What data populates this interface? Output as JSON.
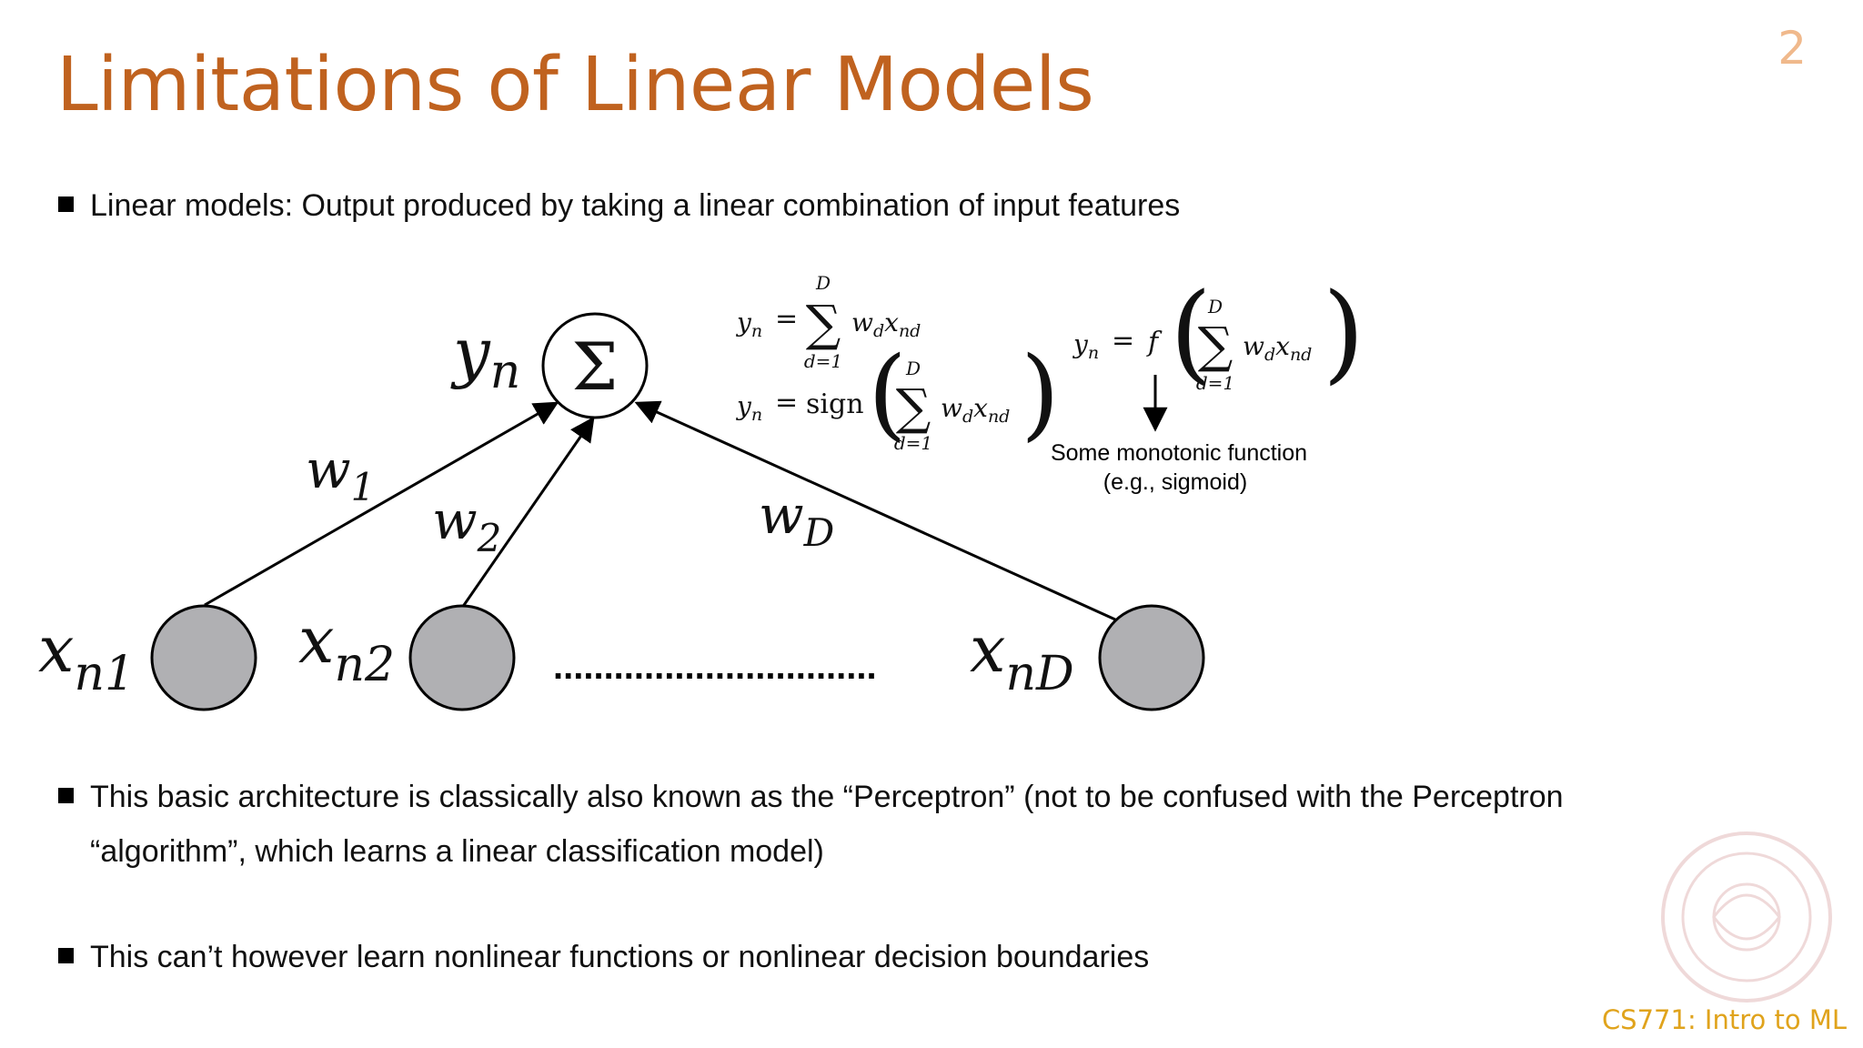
{
  "slide": {
    "title": "Limitations of Linear Models",
    "page_number": "2",
    "footer": "CS771: Intro to ML"
  },
  "bullets": [
    "Linear models: Output produced by taking a linear combination of input features",
    "This basic architecture is classically also known as the “Perceptron” (not to be confused with the Perceptron “algorithm”, which learns a linear classification model)",
    "This can’t however learn nonlinear functions or nonlinear decision boundaries"
  ],
  "diagram": {
    "output_label": "y",
    "output_sub": "n",
    "sum_symbol": "Σ",
    "inputs": [
      {
        "label": "x",
        "sub": "n1"
      },
      {
        "label": "x",
        "sub": "n2"
      },
      {
        "label": "x",
        "sub": "nD"
      }
    ],
    "weights": [
      {
        "label": "w",
        "sub": "1"
      },
      {
        "label": "w",
        "sub": "2"
      },
      {
        "label": "w",
        "sub": "D"
      }
    ],
    "ellipsis": "................................",
    "equations": {
      "linear": {
        "lhs": "y",
        "lhs_sub": "n",
        "eq": "=",
        "upper": "D",
        "lower": "d=1",
        "term": "w",
        "term_sub": "d",
        "var": "x",
        "var_sub": "nd"
      },
      "sign": {
        "lhs": "y",
        "lhs_sub": "n",
        "eq": "=",
        "func": "sign",
        "upper": "D",
        "lower": "d=1",
        "term": "w",
        "term_sub": "d",
        "var": "x",
        "var_sub": "nd"
      },
      "general": {
        "lhs": "y",
        "lhs_sub": "n",
        "eq": "=",
        "func": "f",
        "upper": "D",
        "lower": "d=1",
        "term": "w",
        "term_sub": "d",
        "var": "x",
        "var_sub": "nd"
      }
    },
    "annotation_line1": "Some monotonic function",
    "annotation_line2": "(e.g., sigmoid)"
  }
}
